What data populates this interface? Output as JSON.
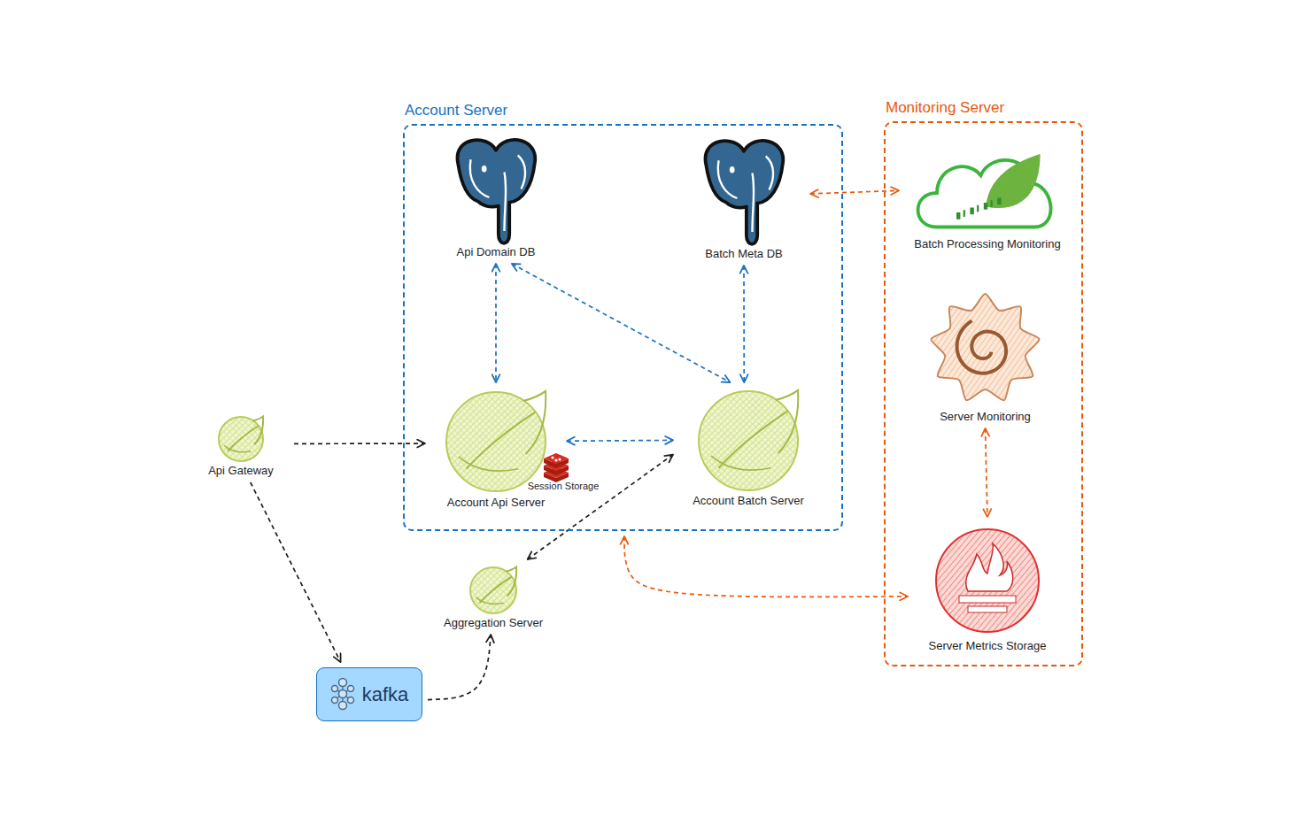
{
  "diagram": {
    "nodes": [
      {
        "text": [
          "Account Server"
        ]
      },
      {
        "text": [
          "Api Domain DB"
        ],
        "in": 0
      },
      {
        "text": [
          "Batch Meta DB"
        ],
        "in": 0
      },
      {
        "text": [
          "Account Api Server"
        ],
        "in": 0
      },
      {
        "text": [
          "Session Storage"
        ],
        "in": 0
      },
      {
        "text": [
          "Account Batch Server"
        ],
        "in": 0
      },
      {
        "text": [
          "Monitoring Server"
        ]
      },
      {
        "text": [
          "Batch Processing Monitoring"
        ],
        "in": 6
      },
      {
        "text": [
          "Server Monitoring"
        ],
        "in": 6
      },
      {
        "text": [
          "Server Metrics Storage"
        ],
        "in": 6
      },
      {
        "text": [
          "Api Gateway"
        ]
      },
      {
        "text": [
          "Aggregation Server"
        ]
      },
      {
        "text": [
          "kafka"
        ]
      }
    ],
    "edges": [
      {
        "from": 1,
        "to": 3,
        "arrow": "both"
      },
      {
        "from": 1,
        "to": 5,
        "arrow": "both"
      },
      {
        "from": 2,
        "to": 5,
        "arrow": "both"
      },
      {
        "from": 3,
        "to": 5,
        "arrow": "both"
      },
      {
        "from": 2,
        "to": 7,
        "arrow": "both"
      },
      {
        "from": 8,
        "to": 9,
        "arrow": "both"
      },
      {
        "from": 0,
        "to": 9,
        "arrow": "both"
      },
      {
        "from": 10,
        "to": 3,
        "arrow": "to"
      },
      {
        "from": 10,
        "to": 12,
        "arrow": "to"
      },
      {
        "from": 12,
        "to": 11,
        "arrow": "to"
      },
      {
        "from": 11,
        "to": 5,
        "arrow": "both"
      }
    ]
  }
}
